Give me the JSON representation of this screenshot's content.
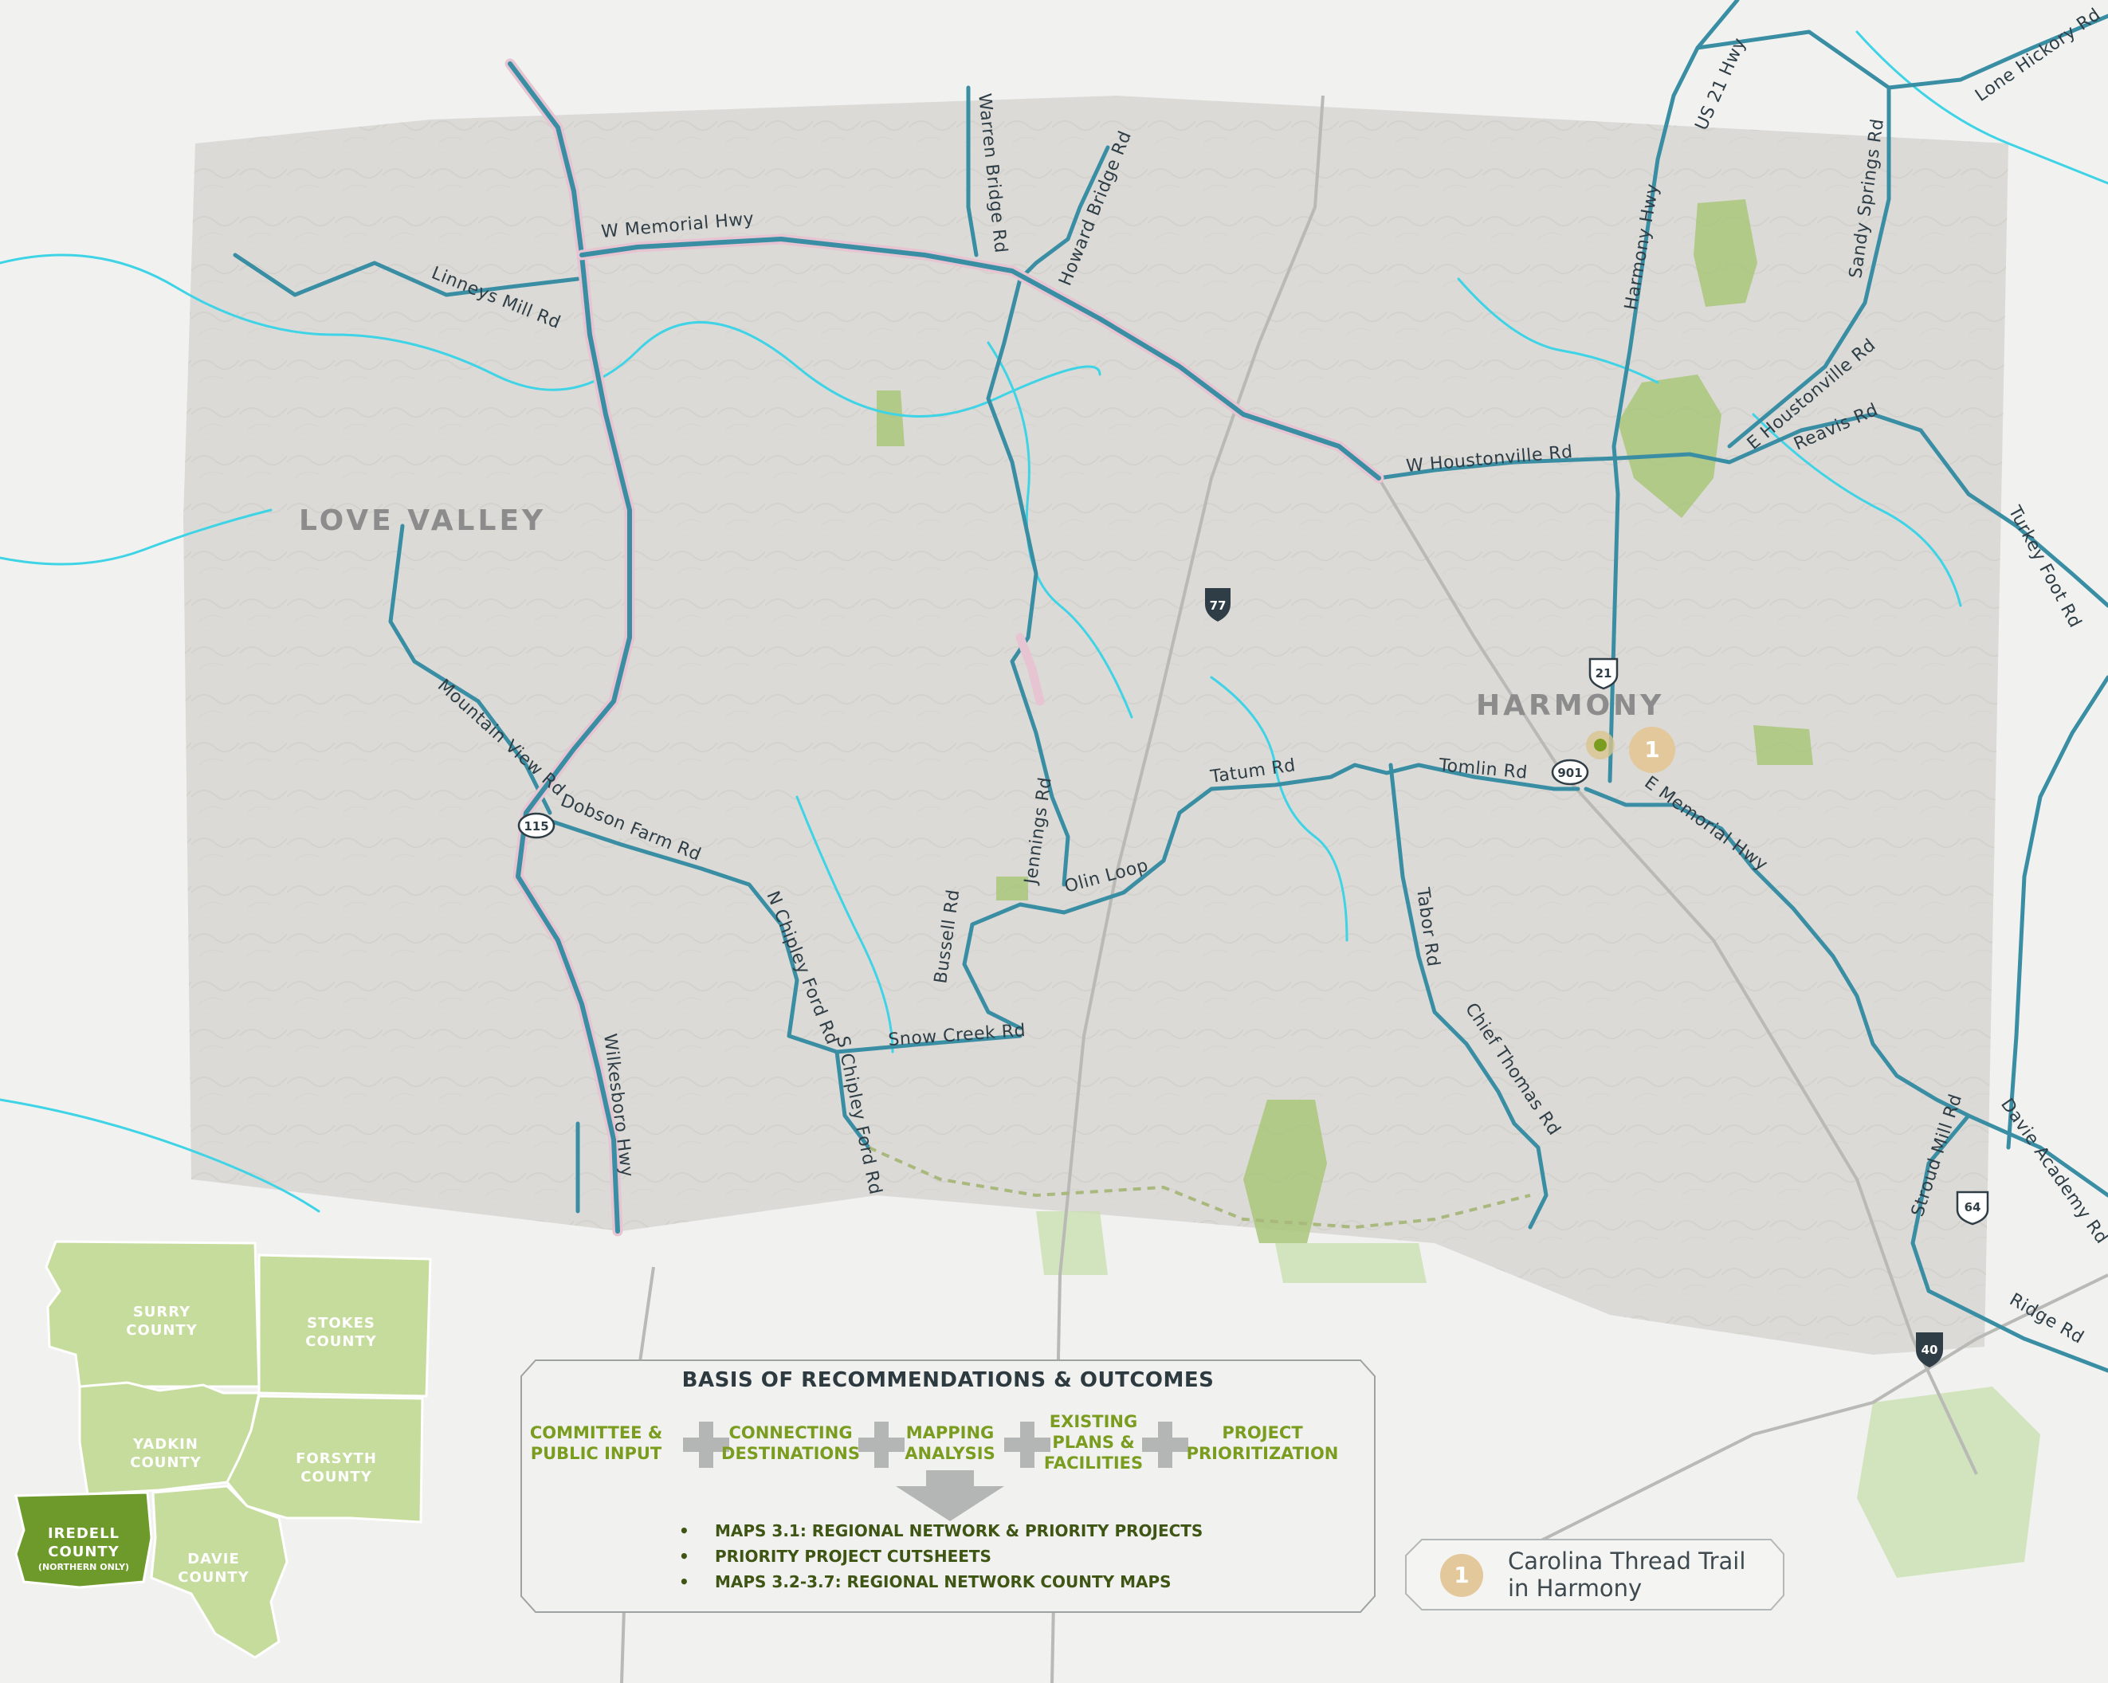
{
  "places": {
    "love_valley": "LOVE VALLEY",
    "harmony": "HARMONY"
  },
  "roads": {
    "w_memorial_hwy": "W Memorial Hwy",
    "linneys_mill_rd": "Linneys Mill Rd",
    "warren_bridge_rd": "Warren Bridge Rd",
    "howard_bridge_rd": "Howard Bridge Rd",
    "us21_hwy": "US 21 Hwy",
    "lone_hickory_rd": "Lone Hickory Rd",
    "sandy_springs_rd": "Sandy Springs Rd",
    "harmony_hwy": "Harmony Hwy",
    "e_houstonville_rd": "E Houstonville Rd",
    "reavis_rd": "Reavis Rd",
    "w_houstonville_rd": "W Houstonville Rd",
    "turkey_foot_rd": "Turkey Foot Rd",
    "mountain_view_rd": "Mountain View Rd",
    "dobson_farm_rd": "Dobson Farm Rd",
    "n_chipley_ford_rd": "N Chipley Ford Rd",
    "jennings_rd": "Jennings Rd",
    "bussell_rd": "Bussell Rd",
    "olin_loop": "Olin Loop",
    "tatum_rd": "Tatum Rd",
    "tomlin_rd": "Tomlin Rd",
    "e_memorial_hwy": "E Memorial Hwy",
    "tabor_rd": "Tabor Rd",
    "chief_thomas_rd": "Chief Thomas Rd",
    "snow_creek_rd": "Snow Creek Rd",
    "s_chipley_ford_rd": "S Chipley Ford Rd",
    "wilkesboro_hwy": "Wilkesboro Hwy",
    "stroud_mill_rd": "Stroud Mill Rd",
    "davie_academy_rd": "Davie Academy Rd",
    "ridge_rd": "Ridge Rd"
  },
  "shields": {
    "i77": "77",
    "us21": "21",
    "nc115": "115",
    "nc901": "901",
    "us64": "64",
    "i40": "40"
  },
  "counties": {
    "surry": [
      "SURRY",
      "COUNTY"
    ],
    "stokes": [
      "STOKES",
      "COUNTY"
    ],
    "yadkin": [
      "YADKIN",
      "COUNTY"
    ],
    "forsyth": [
      "FORSYTH",
      "COUNTY"
    ],
    "iredell": [
      "IREDELL",
      "COUNTY"
    ],
    "iredell_note": "(NORTHERN ONLY)",
    "davie": [
      "DAVIE",
      "COUNTY"
    ]
  },
  "basis": {
    "title": "BASIS OF RECOMMENDATIONS & OUTCOMES",
    "steps": [
      "COMMITTEE &\nPUBLIC INPUT",
      "CONNECTING\nDESTINATIONS",
      "MAPPING\nANALYSIS",
      "EXISTING\nPLANS &\nFACILITIES",
      "PROJECT\nPRIORITIZATION"
    ],
    "outcomes": [
      "MAPS 3.1: REGIONAL NETWORK & PRIORITY PROJECTS",
      "PRIORITY PROJECT CUTSHEETS",
      "MAPS 3.2-3.7: REGIONAL NETWORK COUNTY MAPS"
    ]
  },
  "legend": {
    "badge": "1",
    "text": "Carolina Thread Trail\nin Harmony"
  },
  "harmony_marker": "1",
  "colors": {
    "road": "#3a8ea3",
    "major_road_casing": "#e7c4d1",
    "river": "#3fd3e6",
    "park": "#a9c77a",
    "study_area": "#c9c7c2",
    "county_fill": "#c6dc9c",
    "county_highlight": "#6d9a2a",
    "accent_green": "#7a9d1f",
    "badge": "#e2c89a"
  }
}
